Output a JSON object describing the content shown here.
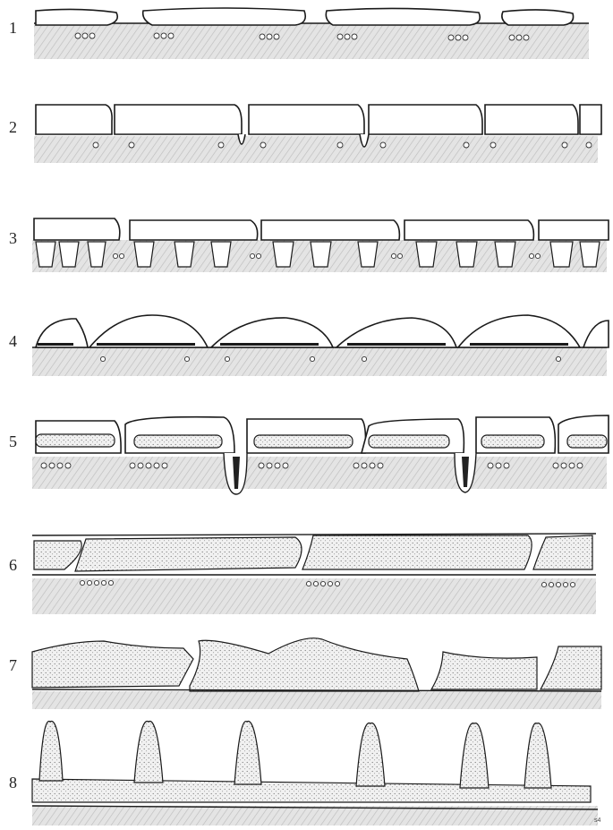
{
  "rows": [
    {
      "label": "1"
    },
    {
      "label": "2"
    },
    {
      "label": "3"
    },
    {
      "label": "4"
    },
    {
      "label": "5"
    },
    {
      "label": "6"
    },
    {
      "label": "7"
    },
    {
      "label": "8"
    }
  ],
  "signature": "s4"
}
